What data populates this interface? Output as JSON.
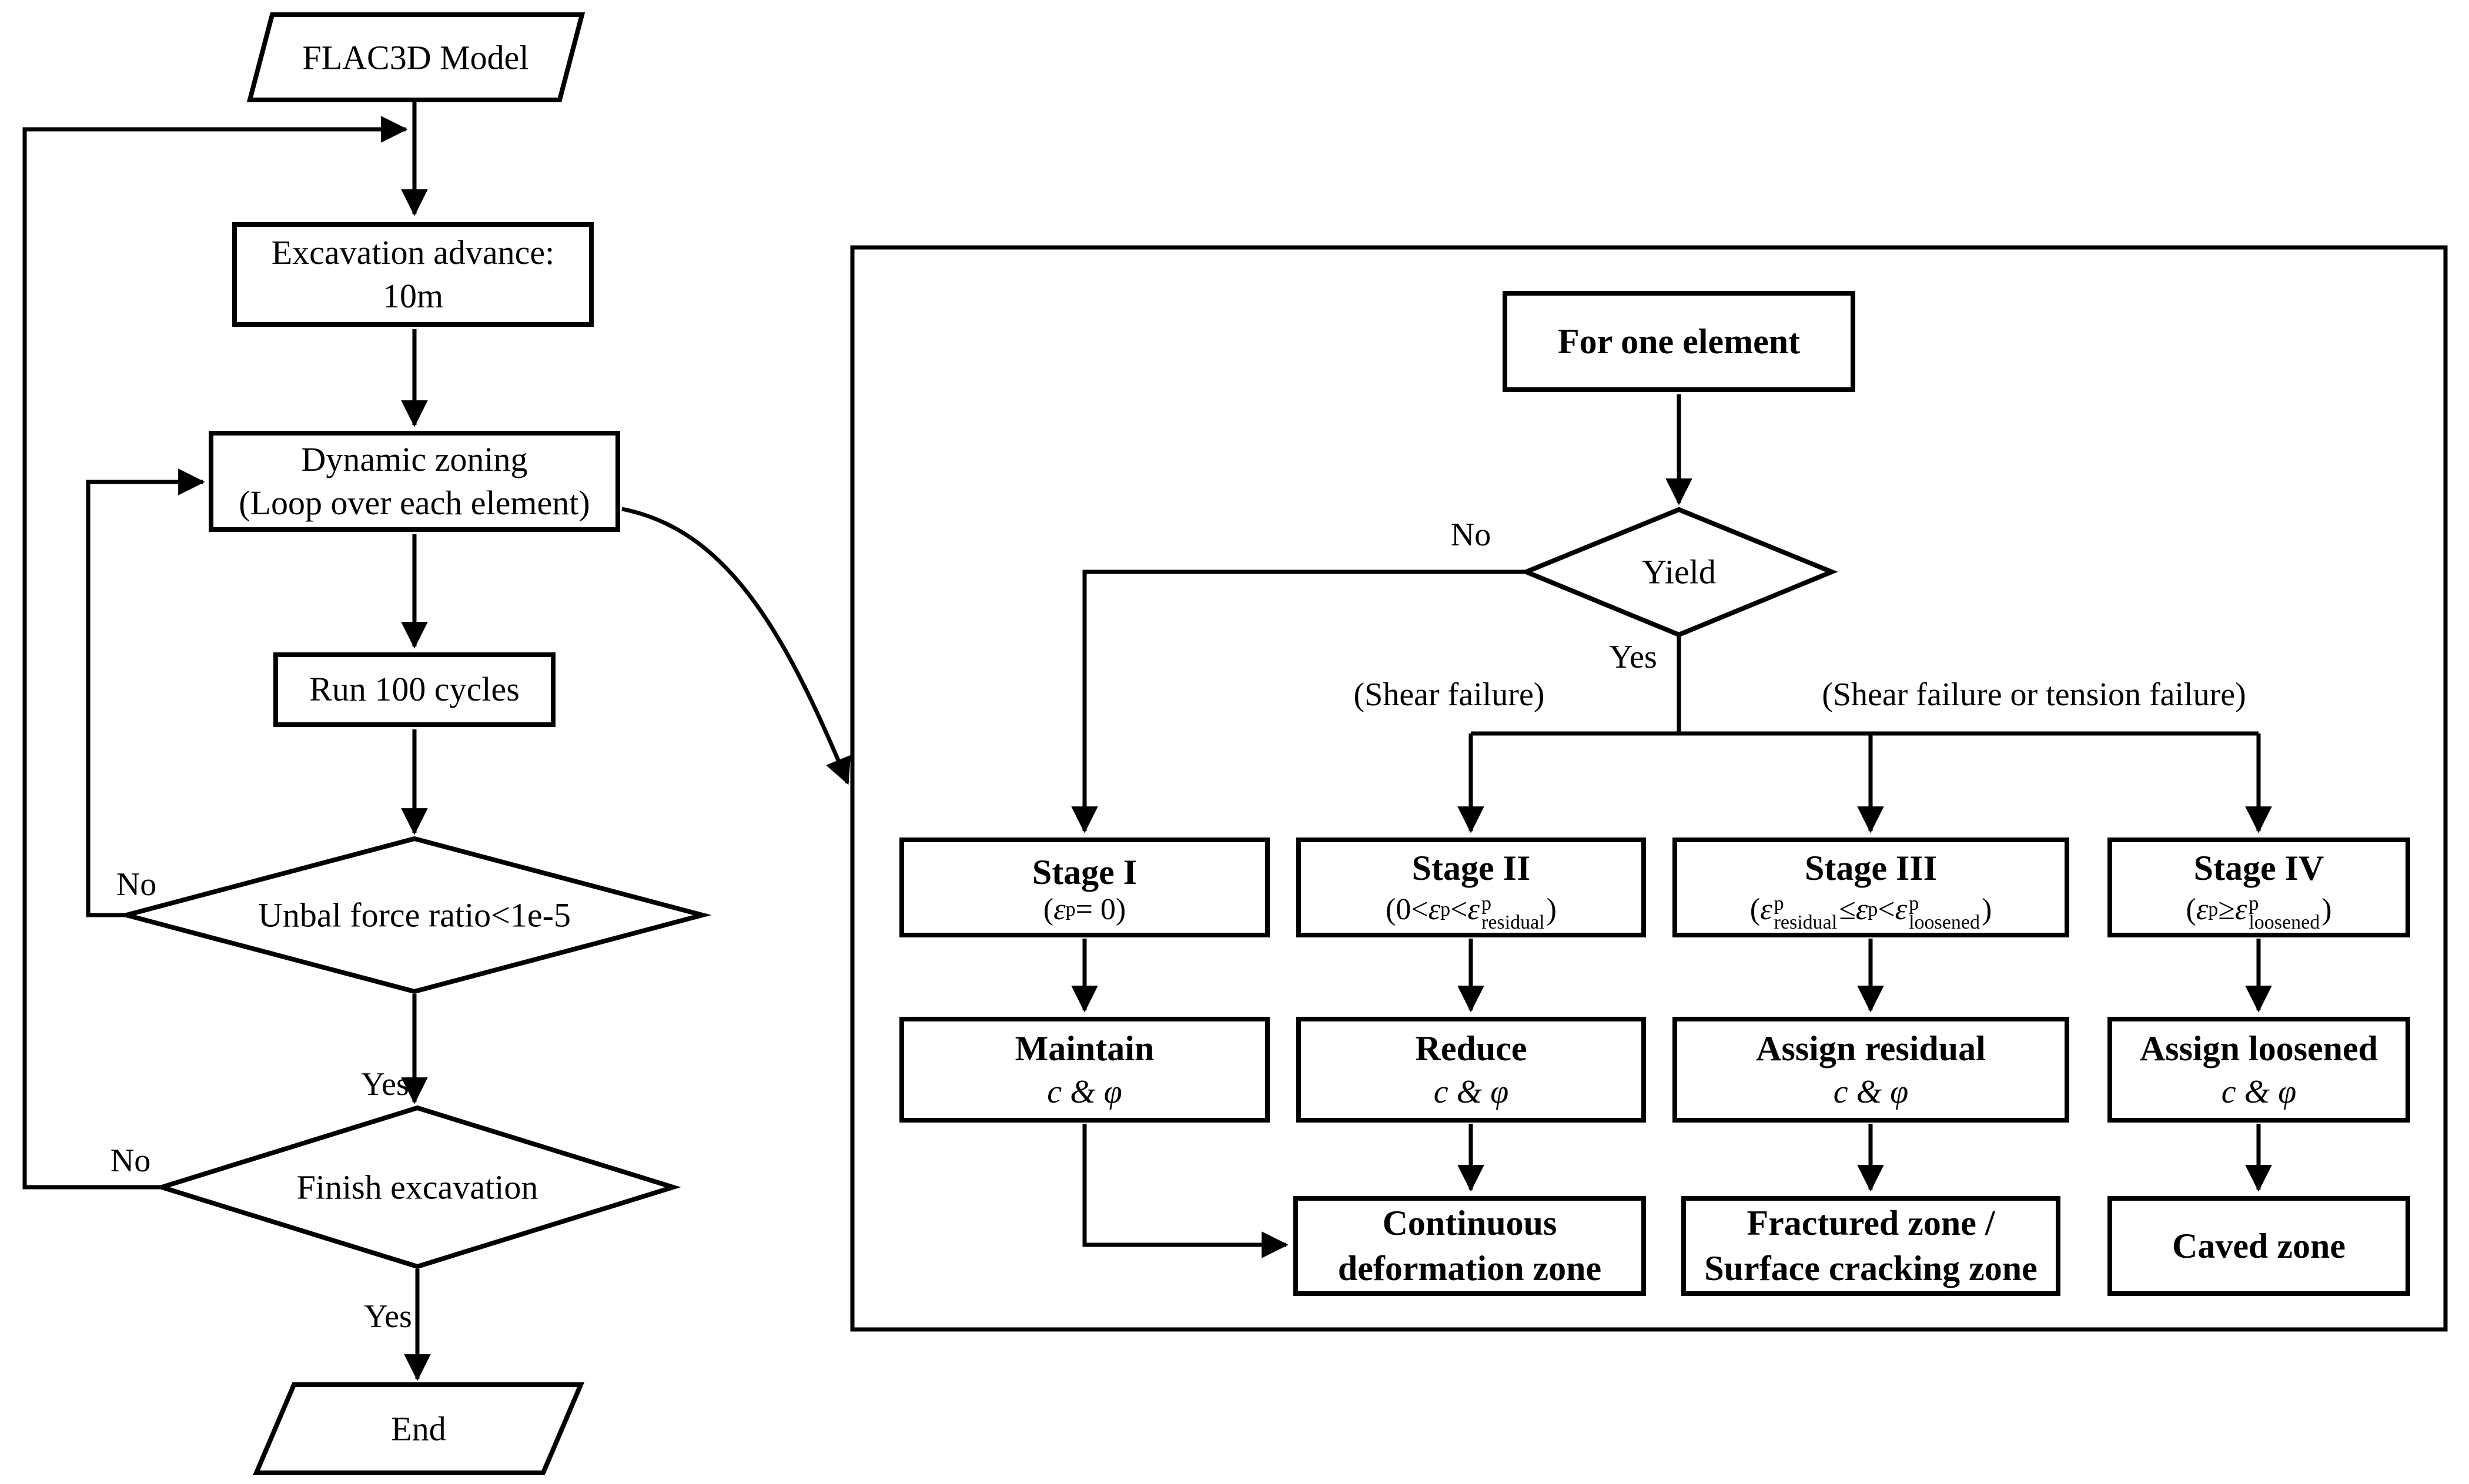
{
  "diagram": {
    "left": {
      "start": "FLAC3D Model",
      "excavation_line1": "Excavation advance:",
      "excavation_line2": "10m",
      "zoning_line1": "Dynamic zoning",
      "zoning_line2": "(Loop over each element)",
      "run": "Run 100 cycles",
      "unbal": "Unbal force ratio<1e-5",
      "unbal_no": "No",
      "unbal_yes": "Yes",
      "finish": "Finish excavation",
      "finish_no": "No",
      "finish_yes": "Yes",
      "end": "End"
    },
    "right": {
      "for_one": "For one element",
      "yield": "Yield",
      "yield_no": "No",
      "yield_yes": "Yes",
      "shear_left": "(Shear failure)",
      "shear_right": "(Shear failure or tension failure)",
      "stage1": {
        "title": "Stage I",
        "open": "(",
        "eps": "ε",
        "sup": "p",
        "mid": " = 0",
        "close": ")"
      },
      "stage2": {
        "title": "Stage II",
        "open": "(0<",
        "eps1": "ε",
        "sup1": "p",
        "lt": "<",
        "eps2": "ε",
        "sup2": "p",
        "sub2": "residual",
        "close": ")"
      },
      "stage3": {
        "title": "Stage III",
        "open": "(",
        "eps1": "ε",
        "sup1": "p",
        "sub1": "residual",
        "le": "≤",
        "eps2": "ε",
        "sup2": "p",
        "lt": "<",
        "eps3": "ε",
        "sup3": "p",
        "sub3": "loosened",
        "close": ")"
      },
      "stage4": {
        "title": "Stage IV",
        "open": "(",
        "eps1": "ε",
        "sup1": "p",
        "ge": "≥",
        "eps2": "ε",
        "sup2": "p",
        "sub2": "loosened",
        "close": ")"
      },
      "maintain_l1": "Maintain",
      "maintain_l2": "c & φ",
      "reduce_l1": "Reduce",
      "reduce_l2": "c & φ",
      "assign_res_l1": "Assign residual",
      "assign_res_l2": "c & φ",
      "assign_loo_l1": "Assign loosened",
      "assign_loo_l2": "c & φ",
      "zone1_l1": "Continuous",
      "zone1_l2": "deformation zone",
      "zone2_l1": "Fractured zone /",
      "zone2_l2": "Surface cracking zone",
      "zone3_l1": "Caved zone",
      "zone3_l2": ""
    },
    "colors": {
      "ink": "#000000",
      "bg": "#ffffff"
    }
  }
}
